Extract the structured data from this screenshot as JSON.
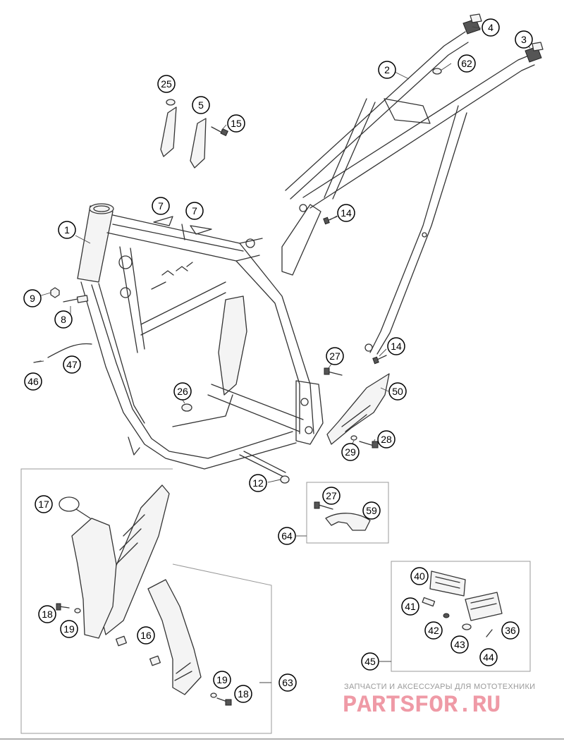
{
  "callouts": {
    "c1": "1",
    "c2": "2",
    "c3": "3",
    "c4": "4",
    "c5": "5",
    "c7a": "7",
    "c7b": "7",
    "c8": "8",
    "c9": "9",
    "c12": "12",
    "c14a": "14",
    "c14b": "14",
    "c15": "15",
    "c16": "16",
    "c17": "17",
    "c18a": "18",
    "c18b": "18",
    "c19a": "19",
    "c19b": "19",
    "c25": "25",
    "c26": "26",
    "c27a": "27",
    "c27b": "27",
    "c28": "28",
    "c29": "29",
    "c36": "36",
    "c40": "40",
    "c41": "41",
    "c42": "42",
    "c43": "43",
    "c44": "44",
    "c45": "45",
    "c46": "46",
    "c47": "47",
    "c50": "50",
    "c59": "59",
    "c62": "62",
    "c63": "63",
    "c64": "64"
  },
  "watermark": {
    "caption": "ЗАПЧАСТИ И АКСЕССУАРЫ ДЛЯ МОТОТЕХНИКИ",
    "logo": "PARTSFOR.RU",
    "logo_color": "#ef9aa6"
  },
  "colors": {
    "line": "#333333",
    "callout_border": "#000000",
    "group_box": "#999999"
  }
}
